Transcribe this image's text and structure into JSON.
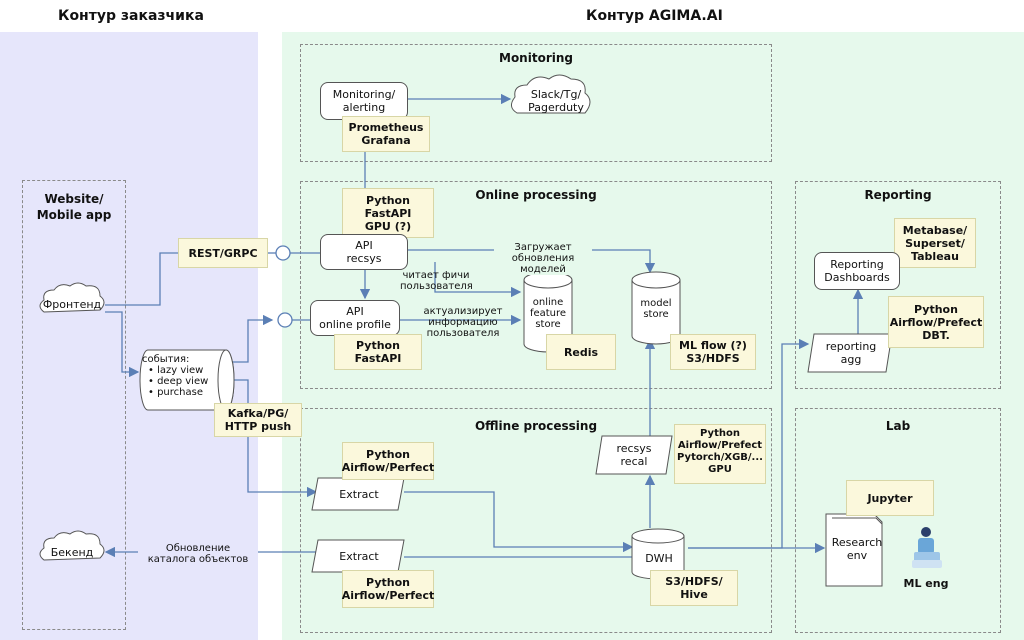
{
  "zones": {
    "client": {
      "title": "Контур заказчика",
      "color": "#e6e6fb"
    },
    "agima": {
      "title": "Контур AGIMA.AI",
      "color": "#e6f9ec"
    }
  },
  "groups": {
    "website": "Website/\nMobile app",
    "monitoring": "Monitoring",
    "online": "Online processing",
    "offline": "Offline processing",
    "reporting": "Reporting",
    "lab": "Lab"
  },
  "nodes": {
    "frontend": "Фронтенд",
    "backend": "Бекенд",
    "rest": "REST/GRPC",
    "events_title": "события:",
    "events_items": [
      "lazy view",
      "deep view",
      "purchase"
    ],
    "kafka": "Kafka/PG/\nHTTP push",
    "catalog": "Обновление\nкаталога объектов",
    "monitoring_alerting": "Monitoring/\nalerting",
    "slack": "Slack/Tg/\nPagerduty",
    "prometheus": "Prometheus\nGrafana",
    "python_fastapi_gpu": "Python\nFastAPI\nGPU (?)",
    "api_recsys": "API\nrecsys",
    "api_online_profile": "API\nonline profile",
    "python_fastapi": "Python\nFastAPI",
    "loads_models": "Загружает\nобновления моделей",
    "reads_features": "читает фичи\nпользователя",
    "updates_info": "актуализирует\nинформацию\nпользователя",
    "online_feature_store": "online\nfeature\nstore",
    "redis": "Redis",
    "model_store": "model\nstore",
    "mlflow": "ML flow (?)\nS3/HDFS",
    "python_airflow_1": "Python\nAirflow/Perfect",
    "extract_1": "Extract",
    "extract_2": "Extract",
    "python_airflow_2": "Python\nAirflow/Perfect",
    "recsys_recal": "recsys\nrecal",
    "python_stack": "Python\nAirflow/Prefect\nPytorch/XGB/...",
    "gpu": "GPU",
    "dwh": "DWH",
    "s3_hdfs_hive": "S3/HDFS/\nHive",
    "metabase": "Metabase/\nSuperset/\nTableau",
    "reporting_dashboards": "Reporting\nDashboards",
    "python_airflow_dbt": "Python\nAirflow/Prefect\nDBT.",
    "reporting_agg": "reporting\nagg",
    "jupyter": "Jupyter",
    "research_env": "Research\nenv",
    "ml_eng": "ML eng"
  },
  "colors": {
    "note_bg": "#fbf8dc",
    "arrow": "#5b7fb5"
  }
}
